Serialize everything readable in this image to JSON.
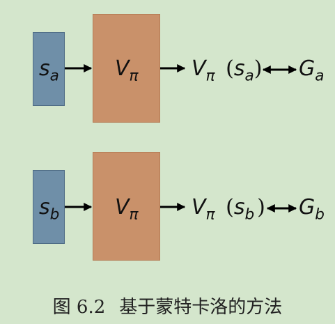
{
  "rows": [
    {
      "state": {
        "sym": "s",
        "sub": "a"
      },
      "fn": {
        "sym": "V",
        "sub": "π"
      },
      "output": {
        "V": "V",
        "Vsub": "π",
        "open": "(",
        "s": "s",
        "ssub": "a",
        "close": ")"
      },
      "target": {
        "sym": "G",
        "sub": "a"
      }
    },
    {
      "state": {
        "sym": "s",
        "sub": "b"
      },
      "fn": {
        "sym": "V",
        "sub": "π"
      },
      "output": {
        "V": "V",
        "Vsub": "π",
        "open": "(",
        "s": "s",
        "ssub": "b",
        "close": ")"
      },
      "target": {
        "sym": "G",
        "sub": "b"
      }
    }
  ],
  "caption": {
    "label": "图 6.2",
    "text": "基于蒙特卡洛的方法"
  },
  "colors": {
    "state_box": "#6f8fa8",
    "fn_box": "#c9916a",
    "background": "#d4e6cc"
  }
}
